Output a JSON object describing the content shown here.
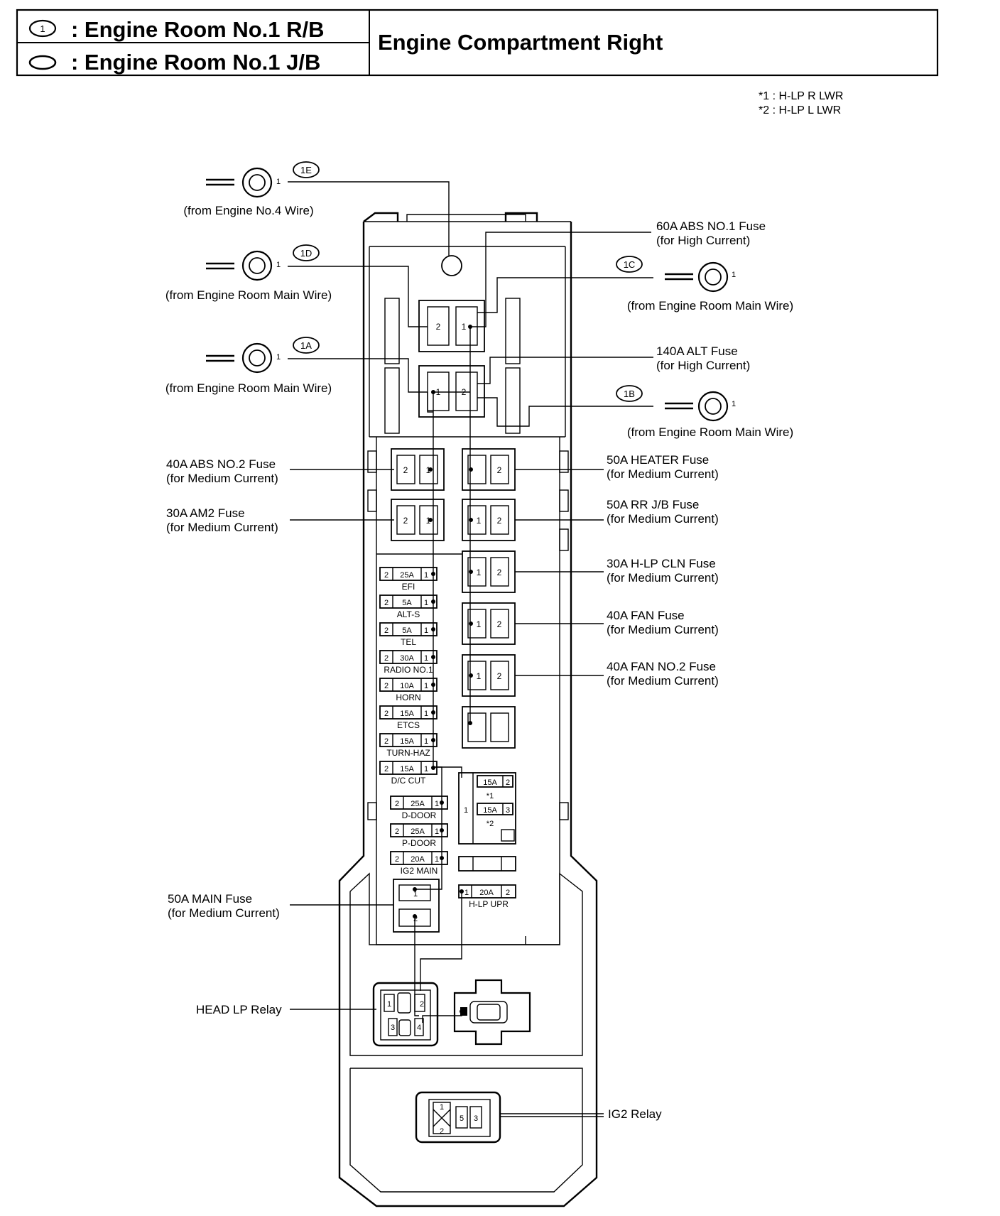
{
  "header": {
    "rb_symbol": "1",
    "rb_label": ": Engine Room No.1 R/B",
    "jb_label": ": Engine Room No.1 J/B",
    "title": "Engine Compartment Right"
  },
  "notes": [
    "*1 : H-LP R LWR",
    "*2 : H-LP L LWR"
  ],
  "connectors": {
    "c1E": {
      "code": "1E",
      "pin": "1",
      "wire": "(from Engine No.4 Wire)"
    },
    "c1D": {
      "code": "1D",
      "pin": "1",
      "wire": "(from Engine Room Main Wire)"
    },
    "c1A": {
      "code": "1A",
      "pin": "1",
      "wire": "(from Engine Room Main Wire)"
    },
    "c1C": {
      "code": "1C",
      "pin": "1",
      "wire": "(from Engine Room Main Wire)"
    },
    "c1B": {
      "code": "1B",
      "pin": "1",
      "wire": "(from Engine Room Main Wire)"
    }
  },
  "callouts": {
    "abs1": [
      "60A ABS NO.1 Fuse",
      "(for High Current)"
    ],
    "alt": [
      "140A ALT Fuse",
      "(for High Current)"
    ],
    "abs2": [
      "40A ABS NO.2 Fuse",
      "(for Medium Current)"
    ],
    "am2": [
      "30A AM2 Fuse",
      "(for Medium Current)"
    ],
    "heater": [
      "50A HEATER Fuse",
      "(for Medium Current)"
    ],
    "rrjb": [
      "50A RR J/B Fuse",
      "(for Medium Current)"
    ],
    "hlpcln": [
      "30A H-LP CLN Fuse",
      "(for Medium Current)"
    ],
    "fan": [
      "40A FAN Fuse",
      "(for Medium Current)"
    ],
    "fan2": [
      "40A FAN NO.2 Fuse",
      "(for Medium Current)"
    ],
    "main": [
      "50A MAIN Fuse",
      "(for Medium Current)"
    ],
    "headlp": "HEAD LP Relay",
    "ig2": "IG2 Relay"
  },
  "mini_fuses": [
    {
      "amp": "25A",
      "name": "EFI"
    },
    {
      "amp": "5A",
      "name": "ALT-S"
    },
    {
      "amp": "5A",
      "name": "TEL"
    },
    {
      "amp": "30A",
      "name": "RADIO NO.1"
    },
    {
      "amp": "10A",
      "name": "HORN"
    },
    {
      "amp": "15A",
      "name": "ETCS"
    },
    {
      "amp": "15A",
      "name": "TURN-HAZ"
    },
    {
      "amp": "15A",
      "name": "D/C CUT"
    },
    {
      "amp": "25A",
      "name": "D-DOOR"
    },
    {
      "amp": "25A",
      "name": "P-DOOR"
    },
    {
      "amp": "20A",
      "name": "IG2 MAIN"
    }
  ],
  "right_mini": [
    {
      "amp": "15A",
      "note": "*1"
    },
    {
      "amp": "15A",
      "note": "*2"
    }
  ],
  "hlp_upr": {
    "amp": "20A",
    "name": "H-LP UPR"
  },
  "pins": {
    "p1": "1",
    "p2": "2",
    "p3": "3",
    "p4": "4",
    "p5": "5"
  }
}
